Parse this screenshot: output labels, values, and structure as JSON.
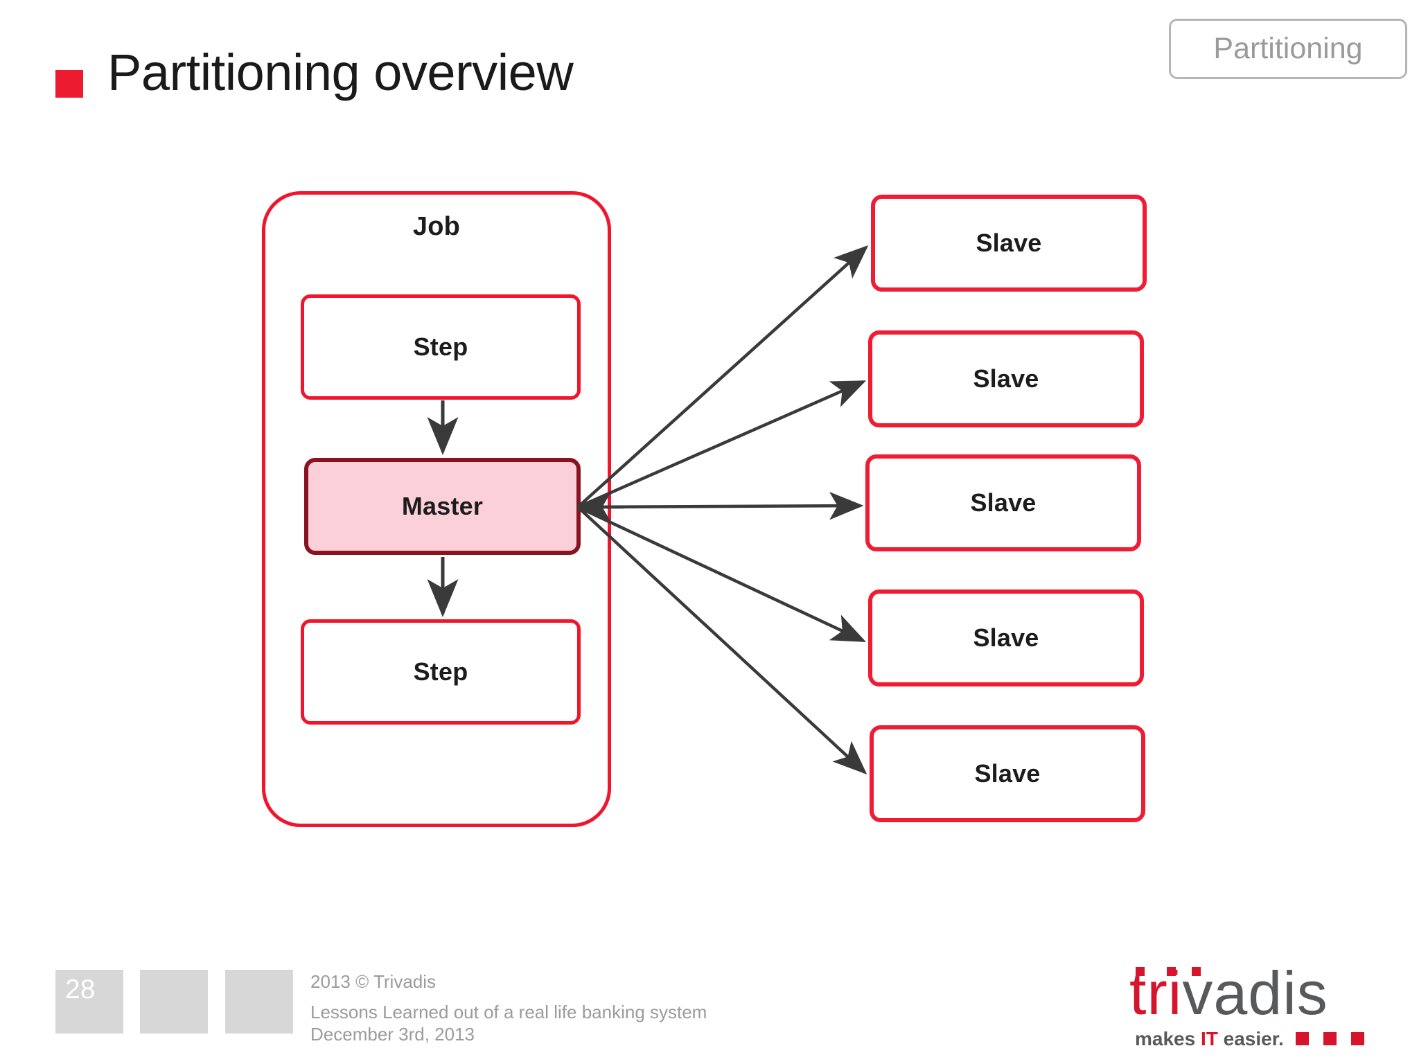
{
  "slide": {
    "title": "Partitioning overview",
    "bullet_color": "#ED1B30",
    "section_badge": "Partitioning"
  },
  "diagram": {
    "type": "flow",
    "job_label": "Job",
    "step_1_label": "Step",
    "master_label": "Master",
    "step_2_label": "Step",
    "slaves": [
      {
        "label": "Slave"
      },
      {
        "label": "Slave"
      },
      {
        "label": "Slave"
      },
      {
        "label": "Slave"
      },
      {
        "label": "Slave"
      }
    ],
    "colors": {
      "job_border": "#F0152C",
      "step_border": "#F0152C",
      "master_border": "#8A1322",
      "master_fill": "#FBD0D8",
      "slave_border": "#EF1C33",
      "arrow": "#3A3A3A"
    }
  },
  "footer": {
    "page_number": "28",
    "copyright": "2013 © Trivadis",
    "line_1": "Lessons Learned out of a real life banking system",
    "line_2": "December 3rd, 2013"
  },
  "logo": {
    "word_tri": "tri",
    "word_vadis": "vadis",
    "tagline_before": "makes ",
    "tagline_it": "IT",
    "tagline_after": " easier.",
    "brand_red": "#D6142B",
    "brand_gray": "#58595B"
  }
}
